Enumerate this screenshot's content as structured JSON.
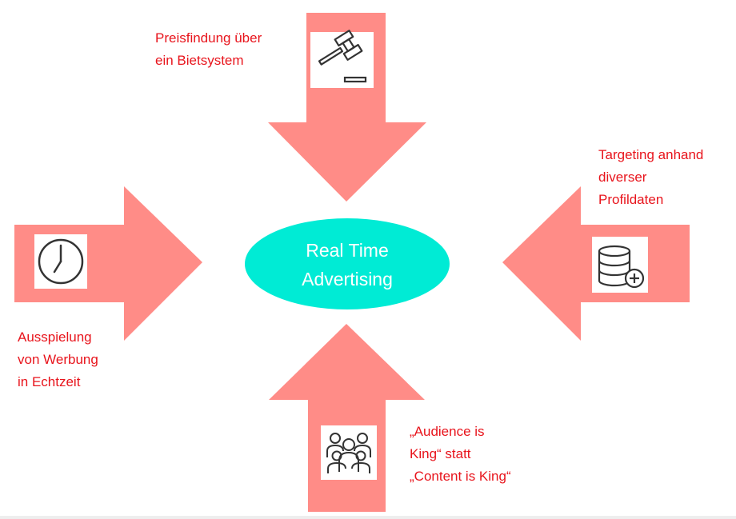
{
  "center": {
    "text": "Real Time\nAdvertising"
  },
  "top": {
    "label": "Preisfindung über\nein Bietsystem",
    "icon": "gavel-icon"
  },
  "right": {
    "label": "Targeting anhand\ndiverser\nProfildaten",
    "icon": "database-add-icon"
  },
  "left": {
    "label": "Ausspielung\nvon Werbung\nin Echtzeit",
    "icon": "clock-icon"
  },
  "bottom": {
    "label": "„Audience is\nKing“ statt\n„Content is King“",
    "icon": "people-group-icon"
  },
  "colors": {
    "arrow": "#ff8c87",
    "center": "#00ebd5",
    "label": "#e8141c",
    "icon_stroke": "#333333"
  }
}
